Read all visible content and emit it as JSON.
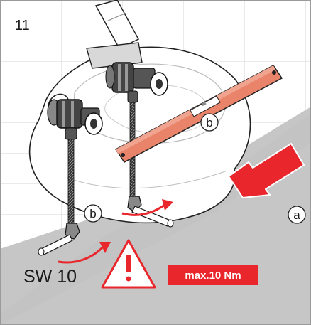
{
  "step_number": "11",
  "callouts": {
    "a": "a",
    "b": "b"
  },
  "wrench_size": "SW 10",
  "torque_label": "max.10 Nm",
  "icons": [
    "warning-triangle-icon",
    "rotation-arrow-icon",
    "push-arrow-icon"
  ],
  "colors": {
    "accent_red": "#e8262b",
    "spirit_level_orange": "#e9836a",
    "wall_gray": "#c8c8c8",
    "outline": "#222222"
  }
}
